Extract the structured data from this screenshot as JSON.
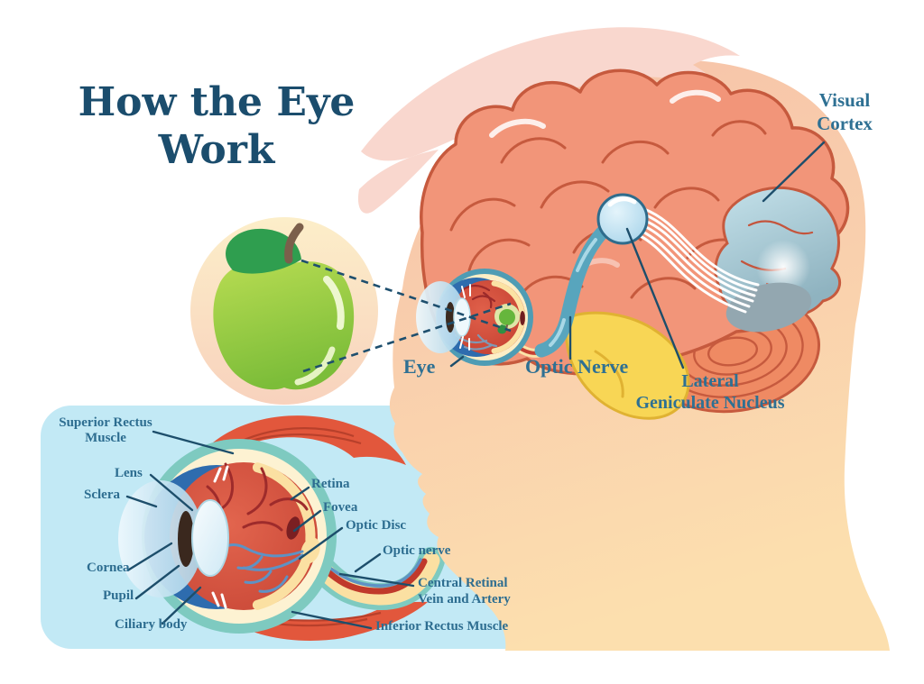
{
  "title": {
    "line1": "How the Eye",
    "line2": "Work"
  },
  "head_labels": {
    "visual_cortex_line1": "Visual",
    "visual_cortex_line2": "Cortex",
    "eye": "Eye",
    "optic_nerve": "Optic Nerve",
    "lgn_line1": "Lateral",
    "lgn_line2": "Geniculate Nucleus"
  },
  "eye_panel_labels": {
    "superior_rectus_line1": "Superior Rectus",
    "superior_rectus_line2": "Muscle",
    "lens": "Lens",
    "sclera": "Sclera",
    "cornea": "Cornea",
    "pupil": "Pupil",
    "ciliary_body": "Ciliary body",
    "retina": "Retina",
    "fovea": "Fovea",
    "optic_disc": "Optic Disc",
    "optic_nerve": "Optic nerve",
    "central_retinal_line1": "Central Retinal",
    "central_retinal_line2": "Vein and Artery",
    "inferior_rectus_muscle": "Inferior Rectus Muscle"
  },
  "colors": {
    "background": "#ffffff",
    "title_text": "#1b4d6d",
    "label_text": "#2e7093",
    "leader_line": "#1d4e6b",
    "skin": "#f8cbb0",
    "hair": "#f9d7ce",
    "brain": "#f29579",
    "brain_outline": "#c65a3e",
    "visual_cortex": "#abd2e0",
    "cerebellum": "#ef8a63",
    "brainstem_yellow": "#f8d655",
    "optic_nerve_tube": "#58a5bd",
    "lgn_circle": "#c6e6f4",
    "panel_background": "#c2e9f5",
    "apple_green": "#8cc63e",
    "apple_leaf": "#2f9e4f",
    "eye_interior_red": "#d65442",
    "retina_cream": "#fbe0a2",
    "muscle_red": "#e2573c",
    "iris_blue": "#2e6cae"
  }
}
